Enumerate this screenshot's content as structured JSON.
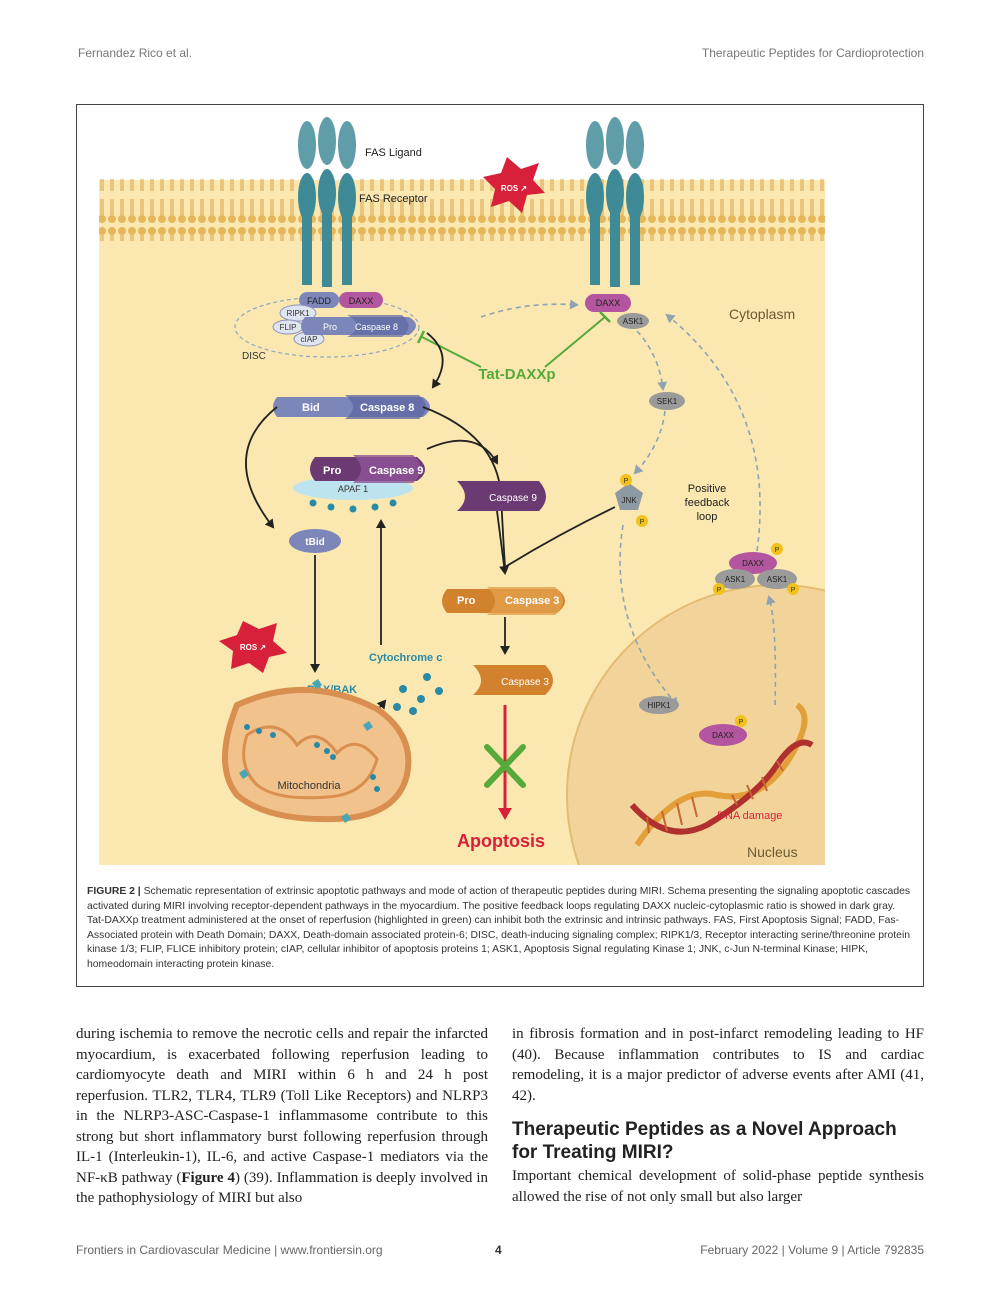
{
  "header": {
    "authors": "Fernandez Rico et al.",
    "running_title": "Therapeutic Peptides for Cardioprotection"
  },
  "figure": {
    "labels": {
      "fas_ligand": "FAS Ligand",
      "fas_receptor": "FAS Receptor",
      "ros": "ROS ↗",
      "fadd": "FADD",
      "daxx": "DAXX",
      "ripk1": "RIPK1",
      "flip": "FLIP",
      "ciap": "cIAP",
      "pro": "Pro",
      "caspase8": "Caspase 8",
      "disc": "DISC",
      "ask1": "ASK1",
      "cytoplasm": "Cytoplasm",
      "tat_daxxp": "Tat-DAXXp",
      "bid": "Bid",
      "sek1": "SEK1",
      "caspase9": "Caspase 9",
      "apaf1": "APAF 1",
      "jnk": "JNK",
      "p": "P",
      "positive_feedback_1": "Positive",
      "positive_feedback_2": "feedback",
      "positive_feedback_3": "loop",
      "tbid": "tBid",
      "caspase3": "Caspase 3",
      "cytochrome_c": "Cytochrome c",
      "bax_bak": "BAX/BAK",
      "mitochondria": "Mitochondria",
      "hipk1": "HIPK1",
      "dna_damage": "DNA damage",
      "apoptosis": "Apoptosis",
      "nucleus": "Nucleus"
    },
    "caption_label": "FIGURE 2 |",
    "caption_text": "Schematic representation of extrinsic apoptotic pathways and mode of action of therapeutic peptides during MIRI. Schema presenting the signaling apoptotic cascades activated during MIRI involving receptor-dependent pathways in the myocardium. The positive feedback loops regulating DAXX nucleic-cytoplasmic ratio is showed in dark gray. Tat-DAXXp treatment administered at the onset of reperfusion (highlighted in green) can inhibit both the extrinsic and intrinsic pathways. FAS, First Apoptosis Signal; FADD, Fas-Associated protein with Death Domain; DAXX, Death-domain associated protein-6; DISC, death-inducing signaling complex; RIPK1/3, Receptor interacting serine/threonine protein kinase 1/3; FLIP, FLICE inhibitory protein; cIAP, cellular inhibitor of apoptosis proteins 1; ASK1, Apoptosis Signal regulating Kinase 1; JNK, c-Jun N-terminal Kinase; HIPK, homeodomain interacting protein kinase."
  },
  "body": {
    "left_p1": "during ischemia to remove the necrotic cells and repair the infarcted myocardium, is exacerbated following reperfusion leading to cardiomyocyte death and MIRI within 6 h and 24 h post reperfusion. TLR2, TLR4, TLR9 (Toll Like Receptors) and NLRP3 in the NLRP3-ASC-Caspase-1 inflammasome contribute to this strong but short inflammatory burst following reperfusion through IL-1 (Interleukin-1), IL-6, and active Caspase-1 mediators via the NF-κB pathway (",
    "left_p1_ref": "Figure 4",
    "left_p1_end": ") (39). Inflammation is deeply involved in the pathophysiology of MIRI but also",
    "right_p1": "in fibrosis formation and in post-infarct remodeling leading to HF (40). Because inflammation contributes to IS and cardiac remodeling, it is a major predictor of adverse events after AMI (41, 42).",
    "section_heading": "Therapeutic Peptides as a Novel Approach for Treating MIRI?",
    "right_p2": "Important chemical development of solid-phase peptide synthesis allowed the rise of not only small but also larger"
  },
  "footer": {
    "journal": "Frontiers in Cardiovascular Medicine | www.frontiersin.org",
    "page": "4",
    "issue": "February 2022 | Volume 9 | Article 792835"
  },
  "colors": {
    "cytoplasm_bg": "#fbe8b0",
    "membrane": "#e7b95e",
    "receptor": "#3e8a97",
    "daxx": "#b3569f",
    "caspase8": "#7d86b9",
    "caspase9": "#6b3a73",
    "caspase3": "#d2822d",
    "tat_green": "#56a93b",
    "apoptosis_red": "#d8203a",
    "nucleus_bg": "#f2d49b"
  }
}
